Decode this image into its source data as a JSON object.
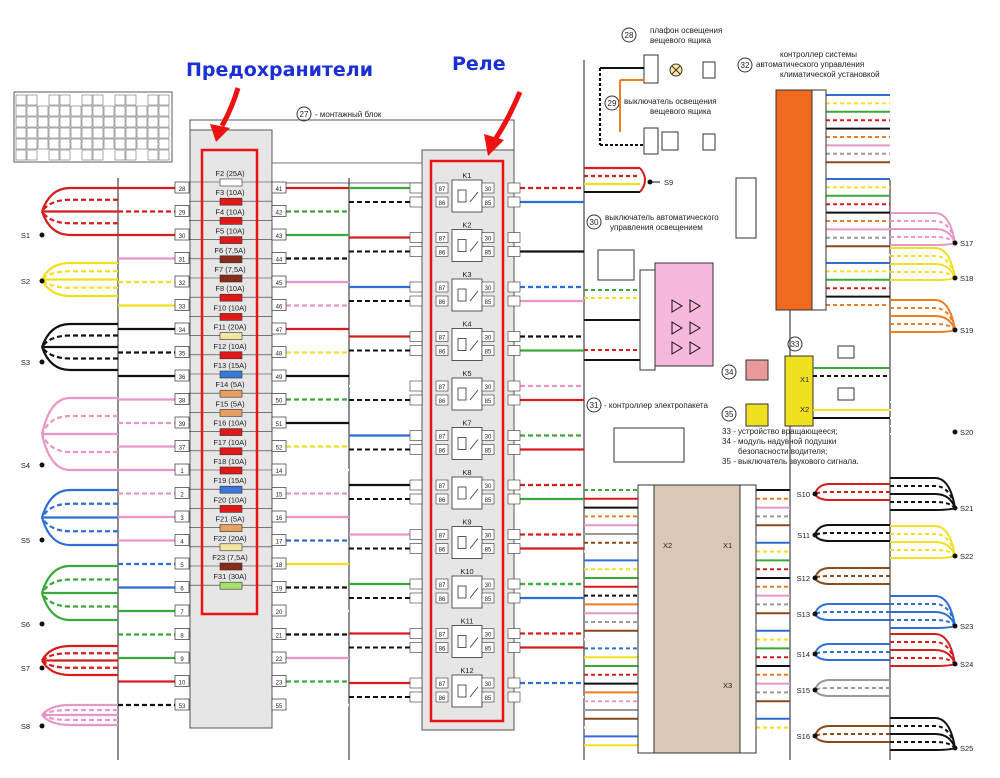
{
  "annotations": {
    "fuses_title": "Предохранители",
    "relays_title": "Реле",
    "arrow_color": "#e11",
    "title_color": "#1a2fd6"
  },
  "block27": {
    "num": "27",
    "label": "- монтажный блок"
  },
  "item28": {
    "num": "28",
    "label1": "плафон освещения",
    "label2": "вещевого ящика"
  },
  "item29": {
    "num": "29",
    "label1": "выключатель освещения",
    "label2": "вещевого ящика"
  },
  "item30": {
    "num": "30",
    "label1": "выключатель автоматического",
    "label2": "управления освещением"
  },
  "item31": {
    "num": "31",
    "label": "- контроллер электропакета"
  },
  "item32": {
    "num": "32",
    "label1": "контроллер системы",
    "label2": "автоматического управления",
    "label3": "климатической установкой"
  },
  "legend": {
    "l33": "33 - устройство вращающееся;",
    "l34a": "34 - модуль надувной подушки",
    "l34b": "безопасности водителя;",
    "l35": "35 - выключатель звукового сигнала."
  },
  "fuses": [
    {
      "label": "F2 (25A)",
      "color": "#ffffff"
    },
    {
      "label": "F3 (10A)",
      "color": "#e01818"
    },
    {
      "label": "F4 (10A)",
      "color": "#e01818"
    },
    {
      "label": "F5 (10A)",
      "color": "#e01818"
    },
    {
      "label": "F6 (7,5A)",
      "color": "#8b2a1a"
    },
    {
      "label": "F7 (7,5A)",
      "color": "#8b2a1a"
    },
    {
      "label": "F8 (10A)",
      "color": "#e01818"
    },
    {
      "label": "F10 (10A)",
      "color": "#e01818"
    },
    {
      "label": "F11 (20A)",
      "color": "#f2e6a0"
    },
    {
      "label": "F12 (10A)",
      "color": "#e01818"
    },
    {
      "label": "F13 (15A)",
      "color": "#3a78d8"
    },
    {
      "label": "F14 (5A)",
      "color": "#e8a060"
    },
    {
      "label": "F15 (5A)",
      "color": "#e8a060"
    },
    {
      "label": "F16 (10A)",
      "color": "#e01818"
    },
    {
      "label": "F17 (10A)",
      "color": "#e01818"
    },
    {
      "label": "F18 (10A)",
      "color": "#e01818"
    },
    {
      "label": "F19 (15A)",
      "color": "#3a78d8"
    },
    {
      "label": "F20 (10A)",
      "color": "#e01818"
    },
    {
      "label": "F21 (5A)",
      "color": "#e8a060"
    },
    {
      "label": "F22 (20A)",
      "color": "#f2e6a0"
    },
    {
      "label": "F23 (7,5A)",
      "color": "#8b2a1a"
    },
    {
      "label": "F31 (30A)",
      "color": "#a8e070"
    }
  ],
  "relays": [
    {
      "label": "K1",
      "pins": [
        "87",
        "86",
        "30",
        "85"
      ]
    },
    {
      "label": "K2",
      "pins": [
        "87",
        "86",
        "30",
        "85"
      ]
    },
    {
      "label": "K3",
      "pins": [
        "87",
        "86",
        "30",
        "85"
      ]
    },
    {
      "label": "K4",
      "pins": [
        "87",
        "86",
        "30",
        "85"
      ]
    },
    {
      "label": "K5",
      "pins": [
        "87",
        "86",
        "30",
        "85"
      ]
    },
    {
      "label": "K7",
      "pins": [
        "87",
        "86",
        "30",
        "85"
      ]
    },
    {
      "label": "K8",
      "pins": [
        "87",
        "86",
        "30",
        "85"
      ]
    },
    {
      "label": "K9",
      "pins": [
        "87",
        "86",
        "30",
        "85"
      ]
    },
    {
      "label": "K10",
      "pins": [
        "87",
        "86",
        "30",
        "85"
      ]
    },
    {
      "label": "K11",
      "pins": [
        "87",
        "86",
        "30",
        "85"
      ]
    },
    {
      "label": "K12",
      "pins": [
        "87",
        "86",
        "30",
        "85"
      ]
    }
  ],
  "left_pins": [
    "28",
    "29",
    "30",
    "31",
    "32",
    "33",
    "34",
    "35",
    "36",
    "38",
    "39",
    "37",
    "1",
    "2",
    "3",
    "4",
    "5",
    "6",
    "7",
    "8",
    "9",
    "10",
    "53"
  ],
  "mid_pins_left": [
    "41",
    "42",
    "43",
    "44",
    "45",
    "46",
    "47",
    "48",
    "49",
    "50",
    "51",
    "52",
    "14",
    "15",
    "16",
    "17",
    "18",
    "19",
    "20",
    "21",
    "22",
    "23",
    "55"
  ],
  "splices_left": [
    "S1",
    "S2",
    "S3",
    "S4",
    "S5",
    "S6",
    "S7",
    "S8"
  ],
  "splices_right": [
    "S17",
    "S18",
    "S19",
    "S20",
    "S21",
    "S22",
    "S23",
    "S24",
    "S25"
  ],
  "splices_right_inner": [
    "S10",
    "S11",
    "S12",
    "S13",
    "S14",
    "S15",
    "S16"
  ],
  "splice_mid": [
    "S9"
  ],
  "controller31": {
    "x1": "X1",
    "x2": "X2",
    "x3": "X3"
  },
  "device33": {
    "x1": "X1",
    "x2": "X2"
  },
  "wire_colors": {
    "red": "#d61c1c",
    "black": "#111111",
    "yellow": "#f0e020",
    "green": "#3aa83a",
    "blue": "#2d6fd6",
    "pink": "#e897c8",
    "brown": "#8a4a1a",
    "gray": "#9a9a9a",
    "orange": "#ef7d21",
    "white": "#ffffff",
    "violet": "#9a5ac8"
  }
}
